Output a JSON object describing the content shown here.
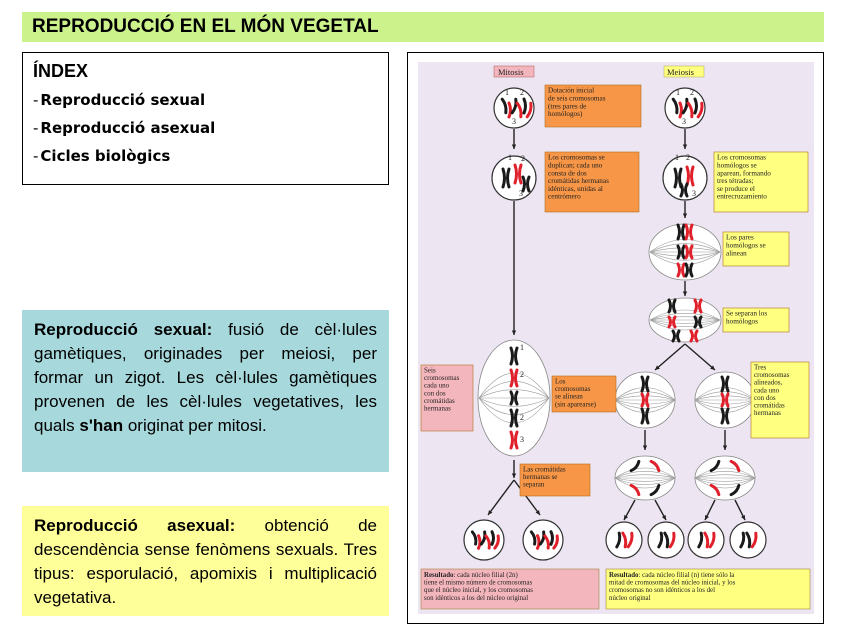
{
  "header": {
    "title": "REPRODUCCIÓ EN EL MÓN VEGETAL"
  },
  "index": {
    "title": "ÍNDEX",
    "items": [
      "Reproducció sexual",
      "Reproducció asexual",
      "Cicles biològics"
    ]
  },
  "sexual": {
    "lead": "Reproducció sexual:",
    "text_part1": "fusió de cèl·lules gamètiques, originades per meiosi, per formar un zigot. Les cèl·lules gamètiques provenen de les cèl·lules vegetatives, les quals ",
    "text_bold": "s'han",
    "text_part2": " originat per mitosi."
  },
  "asexual": {
    "lead": "Reproducció asexual:",
    "text": "obtenció de descendència sense fenòmens sexuals. Tres tipus: esporulació, apomixis i multiplicació vegetativa."
  },
  "diagram": {
    "col_mitosis": "Mitosis",
    "col_meiosis": "Meiosis",
    "label_dotacion": [
      "Dotación inicial",
      "de seis cromosomas",
      "(tres pares de",
      "homólogos)"
    ],
    "label_duplican": [
      "Los cromosomas se",
      "duplican; cada uno",
      "consta de dos",
      "cromátidas hermanas",
      "idénticas, unidas al",
      "centrómero"
    ],
    "label_aparean": [
      "Los cromosomas",
      "homólogos se",
      "aparean, formando",
      "tres tétradas;",
      "se produce el",
      "entrecruzamiento"
    ],
    "label_pares_alinean": [
      "Los pares",
      "homólogos se",
      "alinean"
    ],
    "label_separan_homologos": [
      "Se separan los",
      "homólogos"
    ],
    "label_seis_cromosomas": [
      "Seis",
      "cromosomas",
      "cada uno",
      "con dos",
      "cromátidas",
      "hermanas"
    ],
    "label_alinean": [
      "Los",
      "cromosomas",
      "se alinean",
      "(sin aparearse)"
    ],
    "label_tres_cromosomas": [
      "Tres",
      "cromosomas",
      "alineados,",
      "cada uno",
      "con dos",
      "cromátidas",
      "hermanas"
    ],
    "label_cromatidas_separan": [
      "Las cromátidas",
      "hermanas se",
      "separan"
    ],
    "result_mitosis_bold": "Resultado",
    "result_mitosis_lines": [
      ": cada núcleo filial (2n)",
      "tiene el mismo número de cromosomas",
      "que el núcleo inicial, y los cromosomas",
      "son idénticos a los del núcleo original"
    ],
    "result_meiosis_bold": "Resultado",
    "result_meiosis_lines": [
      ": cada núcleo filial (n) tiene sólo la",
      "mitad de cromosomas del núcleo inicial, y los",
      "cromosomas no son idénticos a los del",
      "núcleo original"
    ],
    "chrom_nums": [
      "1",
      "2",
      "3"
    ]
  },
  "colors": {
    "title_bg": "#ccf28c",
    "sexual_bg": "#a7d8dc",
    "asexual_bg": "#ffff99",
    "mitosis_label": "#f79646",
    "meiosis_label": "#ffff80",
    "pink_label": "#f4b6bd",
    "chrom_red": "#e0202a",
    "chrom_black": "#1a1a1a"
  }
}
